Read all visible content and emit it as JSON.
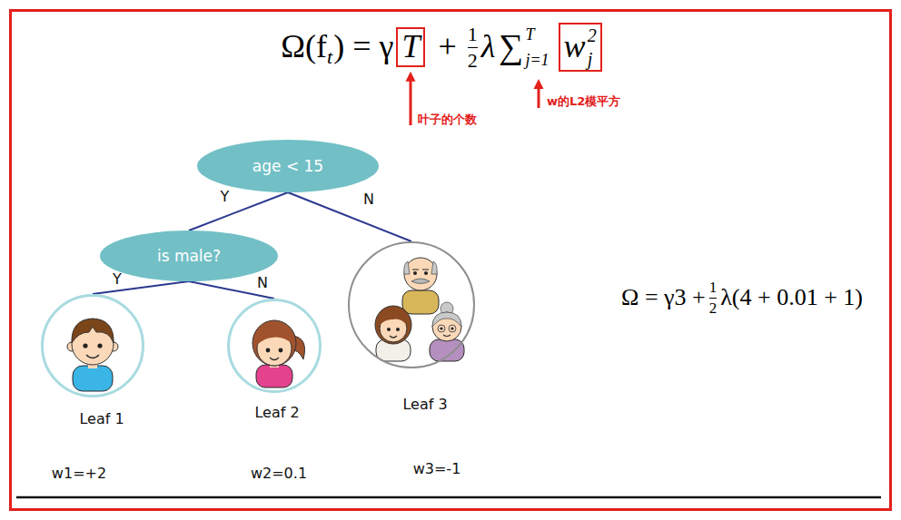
{
  "diagram": {
    "nodes": [
      {
        "text": [
          "age < 15"
        ]
      },
      {
        "text": [
          "is male?"
        ]
      },
      {
        "text": [
          "Leaf 1"
        ]
      },
      {
        "text": [
          "Leaf 2"
        ]
      },
      {
        "text": [
          "Leaf 3"
        ]
      }
    ],
    "edges": [
      {
        "from": 0,
        "to": 1,
        "arrow": "none",
        "label": "Y"
      },
      {
        "from": 0,
        "to": 4,
        "arrow": "none",
        "label": "N"
      },
      {
        "from": 1,
        "to": 2,
        "arrow": "none",
        "label": "Y"
      },
      {
        "from": 1,
        "to": 3,
        "arrow": "none",
        "label": "N"
      }
    ],
    "labels": [
      "Ω(f",
      "t",
      ") = γ",
      "T",
      "+",
      "1",
      "2",
      "λ",
      "∑",
      "T",
      "j=1",
      "w",
      "j",
      "2",
      "叶子的个数",
      "w的L2模平方",
      "w1=+2",
      "w2=0.1",
      "w3=-1",
      "Ω = γ3 +",
      "1",
      "2",
      "λ(4 + 0.01 + 1)"
    ]
  }
}
